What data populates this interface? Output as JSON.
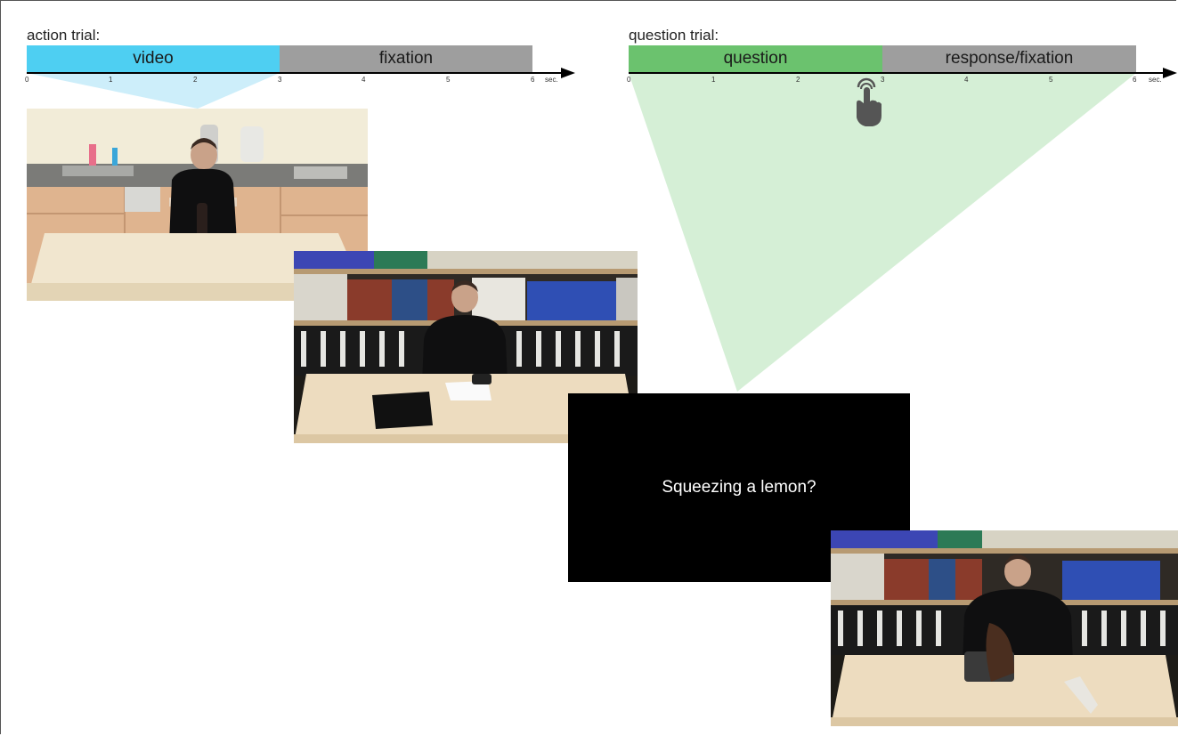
{
  "action_trial": {
    "title": "action trial:",
    "seg1": "video",
    "seg2": "fixation",
    "ticks": [
      "0",
      "1",
      "2",
      "3",
      "4",
      "5",
      "6"
    ],
    "unit": "sec."
  },
  "question_trial": {
    "title": "question trial:",
    "seg1": "question",
    "seg2": "response/fixation",
    "ticks": [
      "0",
      "1",
      "2",
      "3",
      "4",
      "5",
      "6"
    ],
    "unit": "sec."
  },
  "question_screen": {
    "text": "Squeezing a lemon?"
  },
  "colors": {
    "video": "#4ecff2",
    "fixation": "#9e9e9e",
    "question": "#6bc26e",
    "response": "#9e9e9e",
    "video_wedge": "#cdeefa",
    "question_wedge": "#d5efd6"
  },
  "icons": {
    "response": "hand-tap-icon"
  }
}
